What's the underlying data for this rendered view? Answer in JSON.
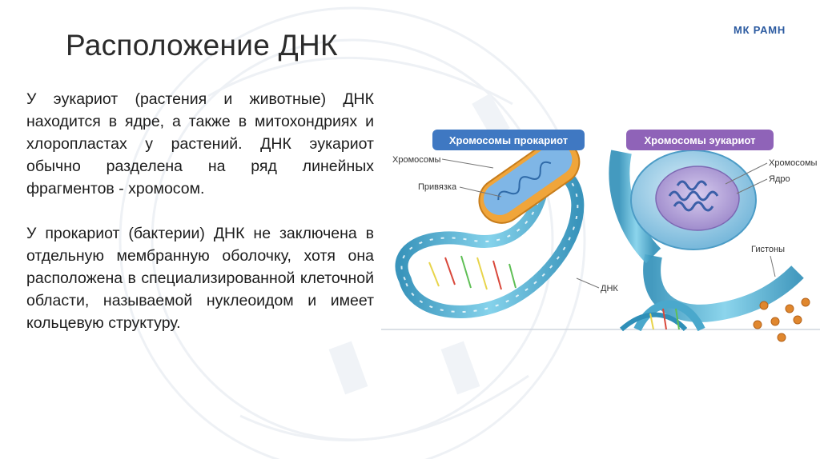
{
  "slide": {
    "title": "Расположение ДНК",
    "org": "МК РАМН",
    "paragraphs": [
      "У эукариот (растения и животные) ДНК находится в ядре, а также в митохондриях и хлоропластах у растений. ДНК эукариот обычно разделена на ряд линейных фрагментов - хромосом.",
      "У прокариот (бактерии) ДНК не заключена в отдельную мембранную оболочку, хотя она расположена в специализированной клеточной области, называемой нуклеоидом и имеет кольцевую структуру."
    ]
  },
  "figure": {
    "prokaryote": {
      "badge": "Хромосомы прокариот",
      "labels": {
        "chromosomes": "Хромосомы",
        "attachment": "Привязка"
      }
    },
    "eukaryote": {
      "badge": "Хромосомы эукариот",
      "labels": {
        "chromosomes": "Хромосомы",
        "nucleus": "Ядро",
        "histones": "Гистоны"
      }
    },
    "dna_label": "ДНК",
    "colors": {
      "prokaryote_badge": "#3f78c2",
      "eukaryote_badge": "#8f63b8",
      "helix": "#4aa8cc",
      "bacterium_shell": "#f0a53a",
      "bacterium_inner": "#7fb6e6",
      "nucleus": "#b9a6dc",
      "histone": "#e0872e"
    }
  }
}
